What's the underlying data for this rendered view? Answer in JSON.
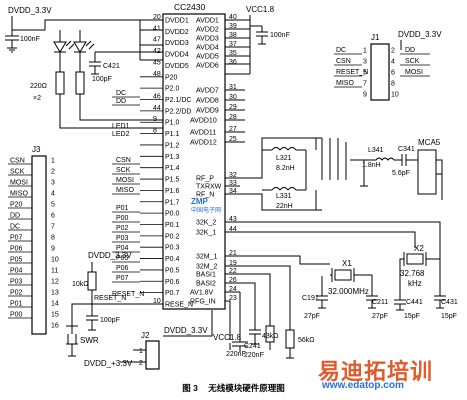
{
  "chip": {
    "name": "CC2430"
  },
  "chip_left_pins": [
    {
      "label": "DVDD1",
      "num": "20"
    },
    {
      "label": "DVDD2",
      "num": "41"
    },
    {
      "label": "DVDD3",
      "num": "47"
    },
    {
      "label": "DVDD4",
      "num": "42"
    },
    {
      "label": "DVDD5",
      "num": "45"
    },
    {
      "label": "P20",
      "num": "48"
    },
    {
      "label": "P2.0",
      "num": ""
    },
    {
      "label": "P2.1/DC",
      "num": "46"
    },
    {
      "label": "P2.2/DD",
      "num": "44"
    },
    {
      "label": "P1.0",
      "num": "9"
    },
    {
      "label": "P1.1",
      "num": "8"
    },
    {
      "label": "P1.2",
      "num": ""
    },
    {
      "label": "P1.3",
      "num": ""
    },
    {
      "label": "P1.4",
      "num": ""
    },
    {
      "label": "P1.5",
      "num": ""
    },
    {
      "label": "P1.6",
      "num": ""
    },
    {
      "label": "P1.7",
      "num": ""
    },
    {
      "label": "P0.0",
      "num": ""
    },
    {
      "label": "P0.1",
      "num": ""
    },
    {
      "label": "P0.2",
      "num": ""
    },
    {
      "label": "P0.3",
      "num": ""
    },
    {
      "label": "P0.4",
      "num": ""
    },
    {
      "label": "P0.5",
      "num": ""
    },
    {
      "label": "P0.6",
      "num": ""
    },
    {
      "label": "P0.7",
      "num": ""
    },
    {
      "label": "RESE_N",
      "num": "10"
    }
  ],
  "chip_right_pins": [
    {
      "label": "AVDD1",
      "num": "40"
    },
    {
      "label": "AVDD2",
      "num": "39"
    },
    {
      "label": "AVDD3",
      "num": "38"
    },
    {
      "label": "AVDD4",
      "num": "37"
    },
    {
      "label": "AVDD5",
      "num": "35"
    },
    {
      "label": "AVDD6",
      "num": "36"
    },
    {
      "label": "AVDD7",
      "num": "31"
    },
    {
      "label": "AVDD8",
      "num": "30"
    },
    {
      "label": "AVDD9",
      "num": "29"
    },
    {
      "label": "AVDD10",
      "num": "28"
    },
    {
      "label": "AVDD11",
      "num": "27"
    },
    {
      "label": "AVDD12",
      "num": "25"
    },
    {
      "label": "RF_P",
      "num": "32"
    },
    {
      "label": "TXRXW",
      "num": "33"
    },
    {
      "label": "RF_N",
      "num": "34"
    },
    {
      "label": "32K_2",
      "num": "43"
    },
    {
      "label": "32K_1",
      "num": "44"
    },
    {
      "label": "32M_1",
      "num": "21"
    },
    {
      "label": "32M_2",
      "num": "19"
    },
    {
      "label": "BASI1",
      "num": "22"
    },
    {
      "label": "BASI2",
      "num": "26"
    },
    {
      "label": "AV1.8V",
      "num": "24"
    },
    {
      "label": "RFG_IN",
      "num": "23"
    }
  ],
  "j3": {
    "name": "J3",
    "signals": [
      "CSN",
      "SCK",
      "MOSI",
      "MISO",
      "P20",
      "DD",
      "DC",
      "P07",
      "P06",
      "P05",
      "P04",
      "P03",
      "P02",
      "P01",
      "P00"
    ],
    "pins": [
      "1",
      "2",
      "3",
      "4",
      "5",
      "6",
      "7",
      "8",
      "9",
      "10",
      "11",
      "12",
      "13",
      "14",
      "15",
      "16"
    ]
  },
  "j1": {
    "name": "J1",
    "left_signals": [
      "DC",
      "CSN",
      "RESET_N",
      "MISO"
    ],
    "right_signals": [
      "DD",
      "SCK",
      "MOSI"
    ],
    "pin_numbers": [
      "1",
      "2",
      "3",
      "4",
      "5",
      "6",
      "7",
      "8",
      "9",
      "10"
    ],
    "supply": "DVDD_3.3V"
  },
  "chip_left_net_labels": [
    "DC",
    "DD",
    "LED1",
    "LED2",
    "CSN",
    "SCK",
    "MOSI",
    "MISO",
    "P01",
    "P00",
    "P02",
    "P03",
    "P04",
    "P05",
    "P06",
    "P07",
    "RESET_N"
  ],
  "components": {
    "c_top_left": "100nF",
    "c421": "C421",
    "c421_val": "100pF",
    "r_led": "220Ω",
    "r_led_mult": "×2",
    "c_top_right": "100nF",
    "vcc_top": "VCC1.8",
    "l321": "L321",
    "l321_val": "8.2nH",
    "l331": "L331",
    "l331_val": "22nH",
    "l341": "L341",
    "l341_val": "1.8nH",
    "c341": "C341",
    "c341_val": "5.6pF",
    "mca5": "MCA5",
    "x1": "X1",
    "x1_val": "32.000MHz",
    "x2": "X2",
    "x2_val1": "32.768",
    "x2_val2": "kHz",
    "c191": "C191",
    "c191_val": "27pF",
    "c211": "C211",
    "c211_val": "27pF",
    "c441": "C441",
    "c441_val": "15pF",
    "c431": "C431",
    "c431_val": "15pF",
    "r_reset": "10kΩ",
    "c_reset": "100pF",
    "r43k": "43kΩ",
    "r56k": "56kΩ",
    "c241": "C241",
    "c241_val": "220nF",
    "c_av": "220nF",
    "vcc_bottom": "VCC1.8",
    "dvdd_bottom": "DVDD_3.3V",
    "sw": "SWR",
    "j2": "J2",
    "j2_supply": "DVDD_+3.3V"
  },
  "rails": {
    "dvdd_left": "DVDD_3.3V",
    "dvdd_reset": "DVDD_3.3V",
    "reset_net": "RESET_N"
  },
  "watermark": {
    "cn": "易迪拓培训",
    "url": "www.edatop.com"
  },
  "mid_logo": {
    "top": "ZMP",
    "bottom": "中国电子网"
  },
  "caption": {
    "fig": "图 3",
    "title": "无线模块硬件原理图"
  }
}
